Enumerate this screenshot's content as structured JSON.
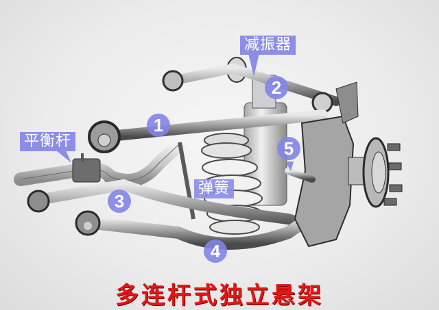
{
  "diagram": {
    "title": "多连杆式独立悬架",
    "colors": {
      "label_bg": "#8c8ee6",
      "label_text": "#ffffff",
      "title_text": "#e01818",
      "background": "#ececec",
      "part_dark": "#3a3a3a",
      "part_light": "#d8d8d8"
    },
    "callouts": [
      {
        "id": "shock-absorber",
        "text": "减振器"
      },
      {
        "id": "stabilizer-bar",
        "text": "平衡杆"
      },
      {
        "id": "spring",
        "text": "弹簧"
      }
    ],
    "badges": [
      {
        "id": "link-1",
        "text": "1"
      },
      {
        "id": "link-2",
        "text": "2"
      },
      {
        "id": "link-3",
        "text": "3"
      },
      {
        "id": "link-4",
        "text": "4"
      },
      {
        "id": "link-5",
        "text": "5"
      }
    ]
  }
}
